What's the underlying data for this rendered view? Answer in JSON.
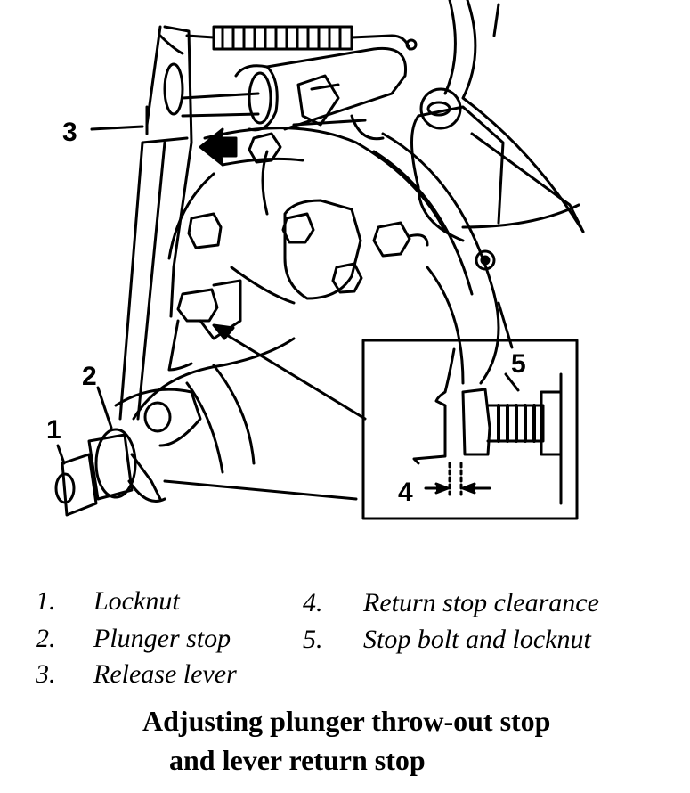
{
  "figure": {
    "callouts": [
      "1",
      "2",
      "3",
      "4",
      "5"
    ]
  },
  "legend": [
    {
      "num": "1.",
      "text": "Locknut"
    },
    {
      "num": "2.",
      "text": "Plunger stop"
    },
    {
      "num": "3.",
      "text": "Release lever"
    },
    {
      "num": "4.",
      "text": "Return stop clearance"
    },
    {
      "num": "5.",
      "text": "Stop bolt and locknut"
    }
  ],
  "caption": {
    "line1": "Adjusting plunger throw-out stop",
    "line2": "and lever return stop"
  }
}
